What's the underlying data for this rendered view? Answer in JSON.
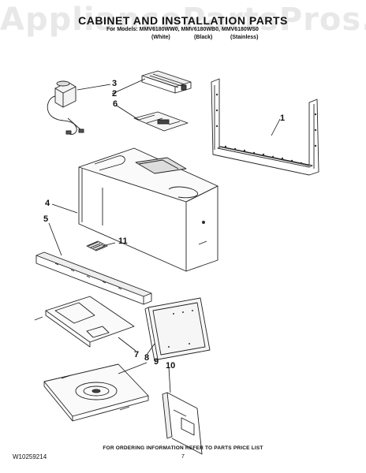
{
  "watermark": "AppliancePartsPros.com",
  "header": {
    "title": "CABINET AND INSTALLATION PARTS",
    "models": "For Models: MMV6180WW0, MMV6180WB0, MMV6180WS0",
    "color_white": "(White)",
    "color_black": "(Black)",
    "color_stainless": "(Stainless)"
  },
  "callouts": {
    "c1": "1",
    "c2": "2",
    "c3": "3",
    "c4": "4",
    "c5": "5",
    "c6": "6",
    "c7": "7",
    "c8": "8",
    "c9": "9",
    "c10": "10",
    "c11": "11"
  },
  "footer": {
    "doc_code": "W10259214",
    "ordering_info": "FOR ORDERING INFORMATION REFER TO PARTS PRICE LIST",
    "page": "7"
  }
}
